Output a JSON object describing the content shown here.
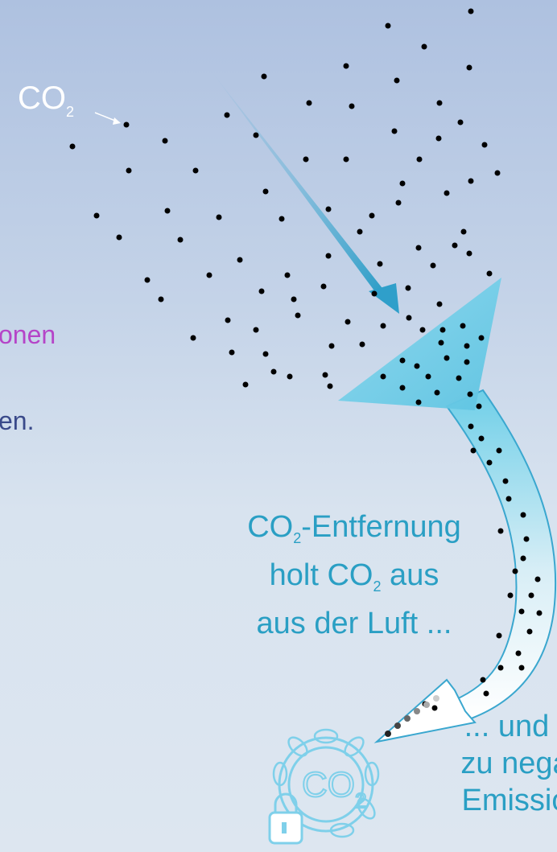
{
  "labels": {
    "co2_main": "CO",
    "co2_sub": "2",
    "fragment_top": "onen",
    "fragment_bottom": "en.",
    "removal_line1_a": "CO",
    "removal_line1_sub": "2",
    "removal_line1_b": "-Entfernung",
    "removal_line2_a": "holt CO",
    "removal_line2_sub": "2",
    "removal_line2_b": " aus",
    "removal_line3": "aus der Luft ...",
    "negative_line1": "... und f",
    "negative_line2": "zu nega",
    "negative_line3": "Emissio",
    "lock_co2_main": "CO",
    "lock_co2_sub": "2"
  },
  "colors": {
    "text_accent": "#2a9fc4",
    "text_magenta": "#b545c8",
    "text_navy": "#3a4a8a",
    "funnel": "#6ccde8",
    "arrow": "#3ba7cf",
    "dots": "#000000"
  }
}
